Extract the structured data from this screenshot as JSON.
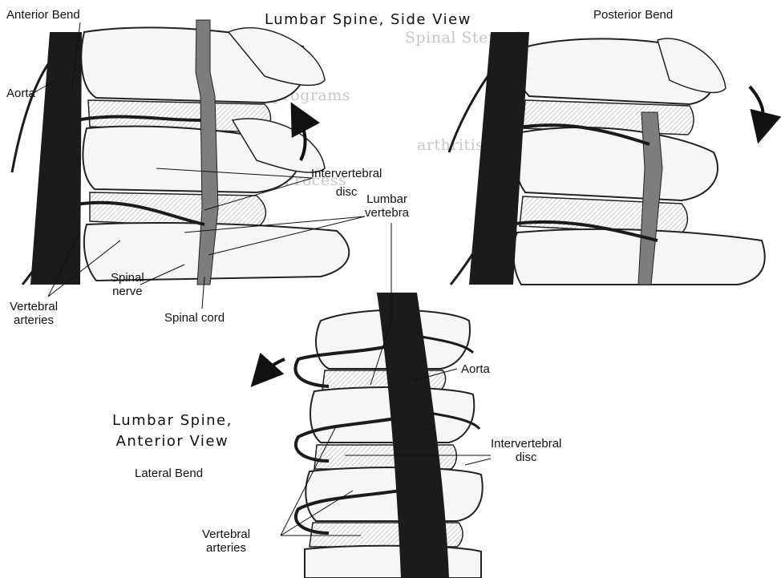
{
  "figure": {
    "side_view_title": "Lumbar Spine, Side View",
    "anterior_view_title_line1": "Lumbar Spine,",
    "anterior_view_title_line2": "Anterior View"
  },
  "labels": {
    "anterior_bend": "Anterior Bend",
    "posterior_bend": "Posterior Bend",
    "aorta_left": "Aorta",
    "intervertebral_disc_top_line1": "Intervertebral",
    "intervertebral_disc_top_line2": "disc",
    "lumbar_vertebra_line1": "Lumbar",
    "lumbar_vertebra_line2": "vertebra",
    "spinal_nerve_line1": "Spinal",
    "spinal_nerve_line2": "nerve",
    "vertebral_arteries_left_line1": "Vertebral",
    "vertebral_arteries_left_line2": "arteries",
    "spinal_cord": "Spinal cord",
    "aorta_bottom": "Aorta",
    "intervertebral_disc_bottom_line1": "Intervertebral",
    "intervertebral_disc_bottom_line2": "disc",
    "lateral_bend": "Lateral Bend",
    "vertebral_arteries_bottom_line1": "Vertebral",
    "vertebral_arteries_bottom_line2": "arteries"
  },
  "background_text": [
    "Spinal Stenosis",
    "programs",
    "arthritis",
    "Process"
  ],
  "colors": {
    "aorta": "#1b1b1b",
    "bone_fill": "#f6f6f6",
    "bone_outline": "#222222",
    "spinal_cord": "#7d7d7d",
    "arrow": "#111111",
    "background_print": "#9a9a9a"
  }
}
